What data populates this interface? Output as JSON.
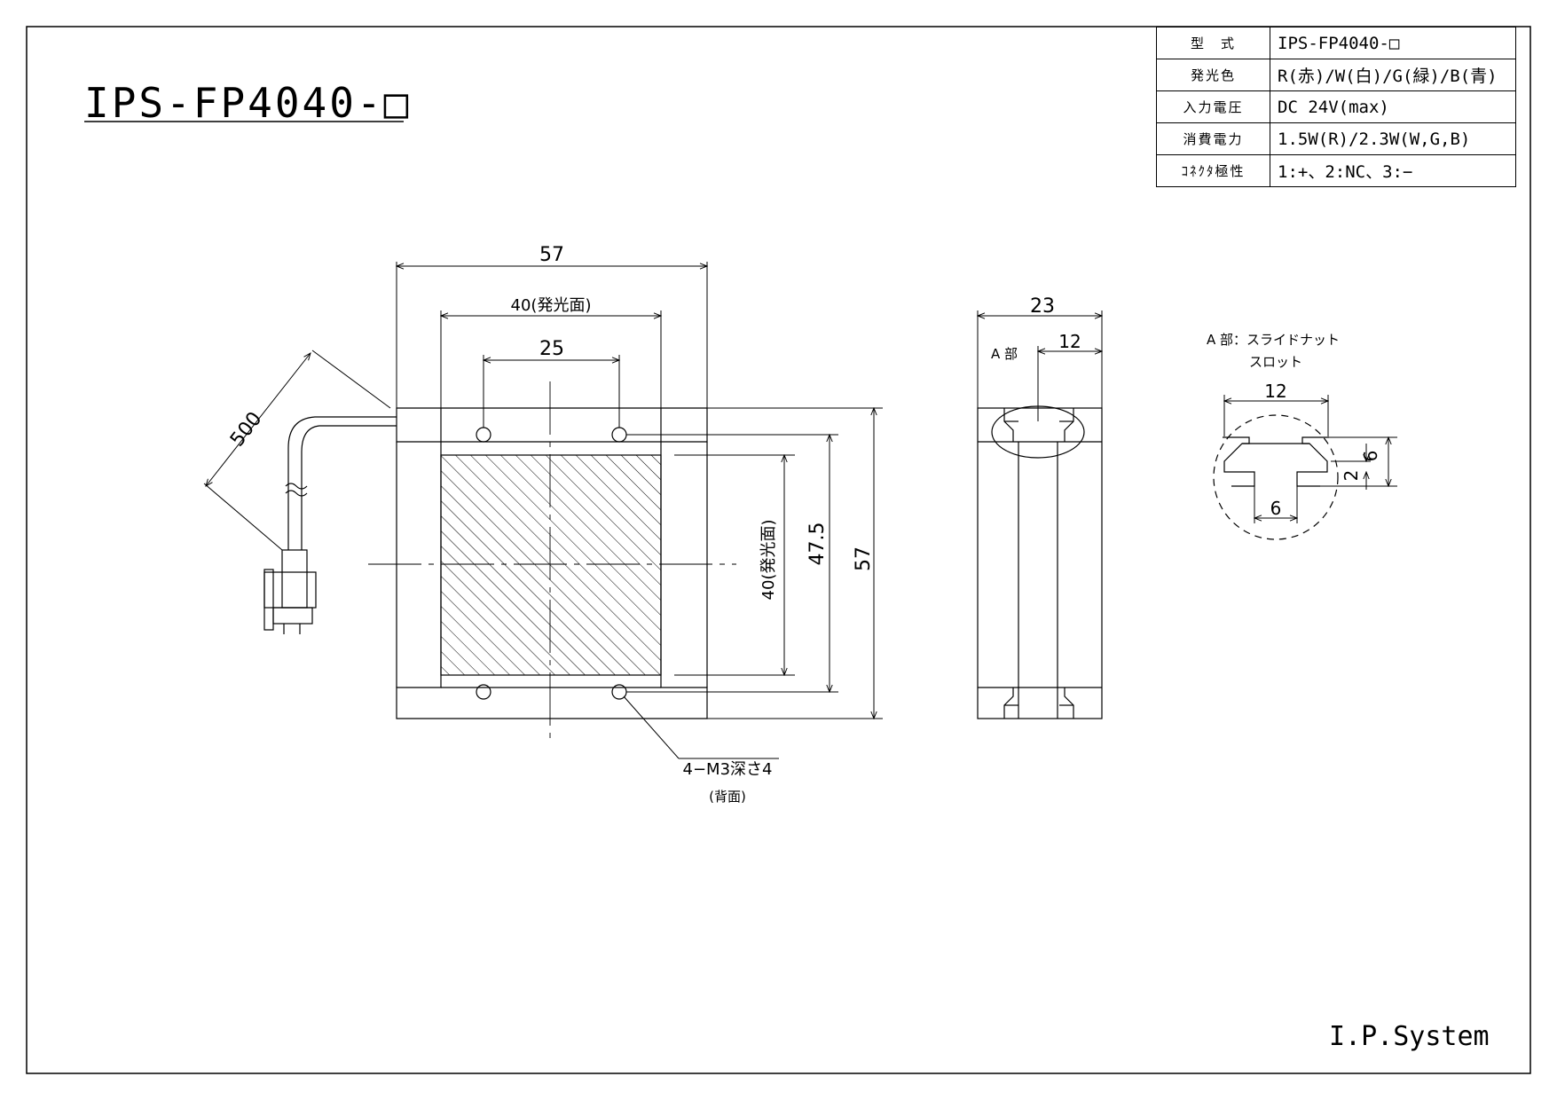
{
  "title": "IPS-FP4040-□",
  "spec_table": [
    {
      "label": "型　式",
      "value": "IPS-FP4040-□"
    },
    {
      "label": "発光色",
      "value": "R(赤)/W(白)/G(緑)/B(青)"
    },
    {
      "label": "入力電圧",
      "value": "DC 24V(max)"
    },
    {
      "label": "消費電力",
      "value": "1.5W(R)/2.3W(W,G,B)"
    },
    {
      "label": "ｺﾈｸﾀ極性",
      "value": "1:+、2:NC、3:−"
    }
  ],
  "dimensions": {
    "width_overall": "57",
    "emitting_width": "40(発光面)",
    "hole_pitch": "25",
    "cable_length": "500",
    "emitting_height": "40(発光面)",
    "hole_pitch_v": "47.5",
    "height_overall": "57",
    "depth": "23",
    "slot_offset": "12"
  },
  "labels": {
    "tap_note": "4−M3深さ4",
    "tap_note_sub": "(背面)",
    "section_a": "A 部",
    "detail_title_1": "A 部：スライドナット",
    "detail_title_2": "スロット",
    "detail_width": "12",
    "detail_depth": "6",
    "detail_lip": "2",
    "detail_opening": "6"
  },
  "footer": {
    "company": "I.P.System"
  }
}
